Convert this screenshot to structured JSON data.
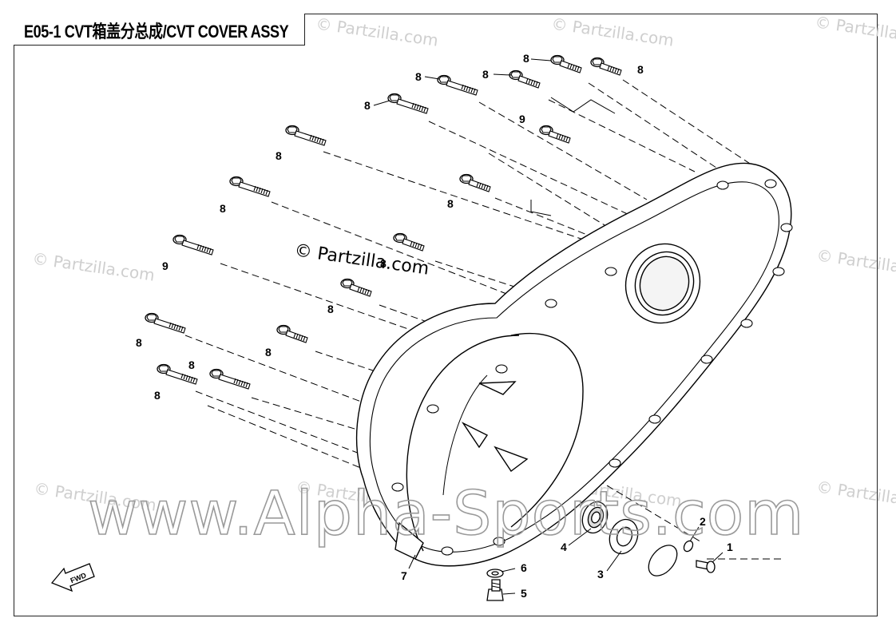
{
  "title": "E05-1 CVT箱盖分总成/CVT COVER ASSY",
  "watermarks": {
    "partzilla": "© Partzilla.com",
    "partzilla_center": "© Partzilla.com",
    "alpha_sports": "www.Alpha-Sports.com"
  },
  "direction_label": "FWD",
  "callouts": [
    {
      "id": "callout-1",
      "label": "1"
    },
    {
      "id": "callout-2",
      "label": "2"
    },
    {
      "id": "callout-3",
      "label": "3"
    },
    {
      "id": "callout-4",
      "label": "4"
    },
    {
      "id": "callout-5",
      "label": "5"
    },
    {
      "id": "callout-6",
      "label": "6"
    },
    {
      "id": "callout-7",
      "label": "7"
    },
    {
      "id": "callout-8",
      "label": "8"
    },
    {
      "id": "callout-9",
      "label": "9"
    }
  ]
}
